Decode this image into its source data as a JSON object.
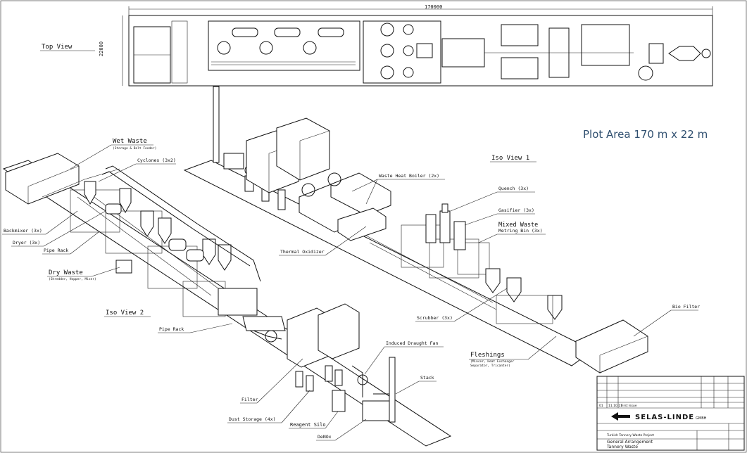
{
  "top_view": {
    "title": "Top View",
    "length_dim": "170000",
    "width_dim": "22000"
  },
  "plot_area": "Plot Area 170 m x 22 m",
  "iso1": {
    "title": "Iso View 1",
    "waste_heat_boiler": "Waste Heat Boiler (2x)",
    "quench": "Quench (3x)",
    "gasifier": "Gasifier (3x)",
    "mixed_waste": "Mixed Waste",
    "metering_bin": "Metring Bin (3x)",
    "thermal_oxidizer": "Thermal Oxidizer",
    "scrubber": "Scrubber (3x)",
    "bio_filter": "Bio Filter",
    "fleshings": "Fleshings",
    "fleshings_sub1": "(Mincer, Heat Exchanger",
    "fleshings_sub2": "Separator, Tricanter)"
  },
  "iso2": {
    "title": "Iso View 2",
    "wet_waste": "Wet Waste",
    "wet_waste_sub": "(Storage & Belt Feeder)",
    "cyclones": "Cyclones (3x2)",
    "backmixer": "Backmixer (3x)",
    "dryer": "Dryer (3x)",
    "pipe_rack_a": "Pipe Rack",
    "dry_waste": "Dry Waste",
    "dry_waste_sub": "(Shredder, Hopper, Mixer)",
    "pipe_rack_b": "Pipe Rack",
    "induced_fan": "Induced Draught Fan",
    "stack": "Stack",
    "filter": "Filter",
    "dust_storage": "Dust Storage (4x)",
    "reagent_silo": "Reagent Silo",
    "denox": "DeNOx"
  },
  "title_block": {
    "rev": "01",
    "date": "11.10.11",
    "issue": "First Issue",
    "company": "SELAS-LINDE",
    "company_suffix": "GMBH",
    "project": "Turkish Tannery Waste Project",
    "title_line1": "General Arrangement",
    "title_line2": "Tannery Waste"
  }
}
